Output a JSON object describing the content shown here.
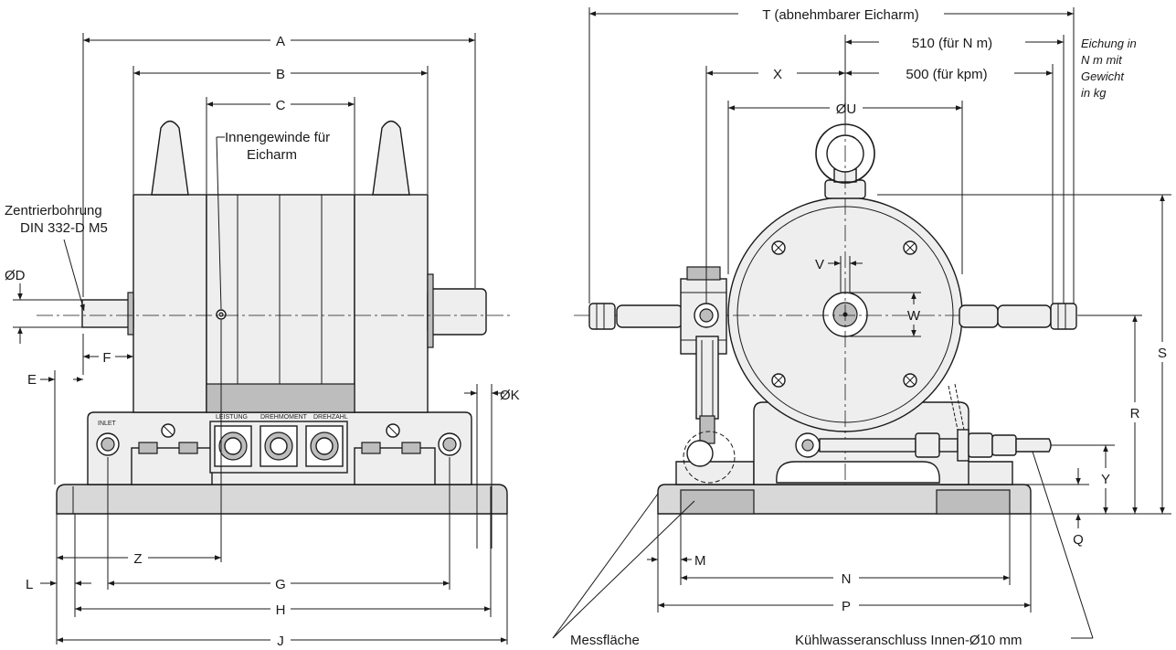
{
  "left_view": {
    "dims": {
      "A": "A",
      "B": "B",
      "C": "C",
      "D": "ØD",
      "E": "E",
      "F": "F",
      "G": "G",
      "H": "H",
      "J": "J",
      "K": "ØK",
      "L": "L",
      "Z": "Z"
    },
    "labels": {
      "thread_line1": "Innengewinde für",
      "thread_line2": "Eicharm",
      "center_line1": "Zentrierbohrung",
      "center_line2": "DIN 332-D M5"
    },
    "panel": {
      "inlet": "INLET",
      "leistung": "LEISTUNG",
      "drehmoment": "DREHMOMENT",
      "drehzahl": "DREHZAHL"
    }
  },
  "right_view": {
    "dims": {
      "T": "T (abnehmbarer Eicharm)",
      "nm": "510 (für N m)",
      "kpm": "500 (für kpm)",
      "X": "X",
      "U": "ØU",
      "V": "V",
      "W": "W",
      "S": "S",
      "R": "R",
      "Y": "Y",
      "Q": "Q",
      "M": "M",
      "N": "N",
      "P": "P"
    },
    "note_lines": [
      "Eichung in",
      "N m mit",
      "Gewicht",
      "in kg"
    ],
    "labels": {
      "messflaeche": "Messfläche",
      "kuehlwasser": "Kühlwasseranschluss Innen-Ø10 mm"
    }
  }
}
